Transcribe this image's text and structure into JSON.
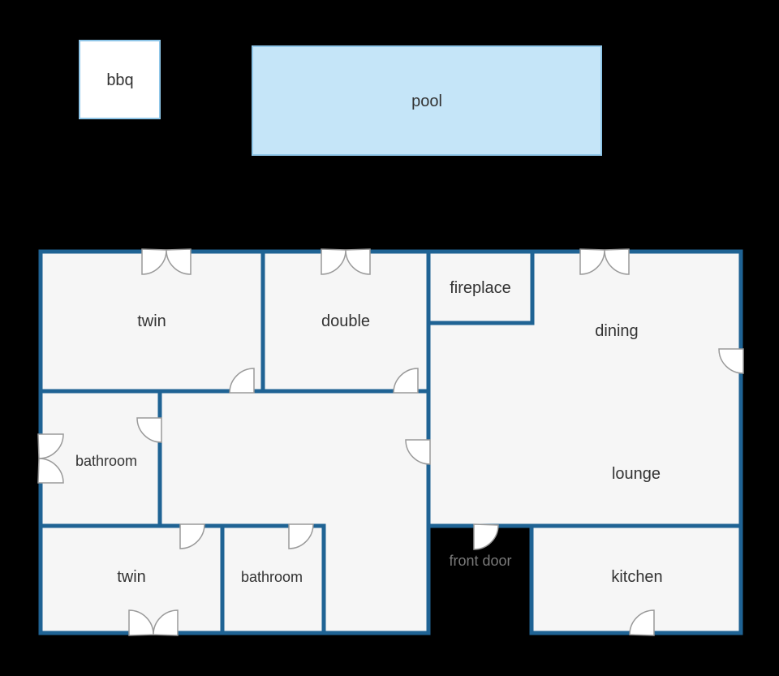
{
  "labels": {
    "bbq": "bbq",
    "pool": "pool",
    "twin_top": "twin",
    "double": "double",
    "fireplace": "fireplace",
    "dining": "dining",
    "bathroom_left": "bathroom",
    "lounge": "lounge",
    "twin_bottom": "twin",
    "bathroom_bottom": "bathroom",
    "front_door": "front door",
    "kitchen": "kitchen"
  },
  "colors": {
    "background": "#000000",
    "wall": "#1f6394",
    "floor": "#f6f6f6",
    "pool_fill": "#c5e5f8",
    "pool_border": "#8fc6e8",
    "bbq_fill": "#ffffff",
    "bbq_border": "#8fc6e8",
    "door_outline": "#9a9a9a"
  }
}
